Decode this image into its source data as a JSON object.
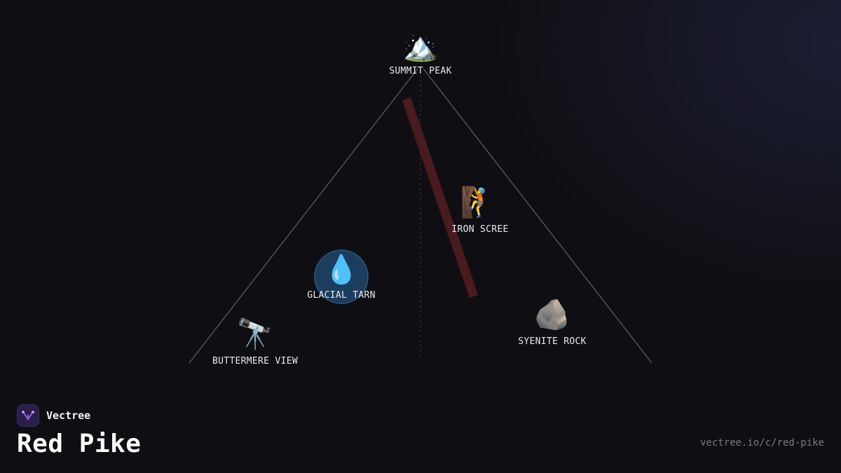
{
  "brand": {
    "name": "Vectree",
    "logo_icon": "vector-branch-icon",
    "accent_color": "#a56cf0"
  },
  "page": {
    "title": "Red Pike",
    "url": "vectree.io/c/red-pike"
  },
  "colors": {
    "route": "#4a1a1e",
    "outline": "#5a5a60",
    "guide": "#3a3a40",
    "highlight_fill": "#1c3d5e",
    "highlight_stroke": "#2d5a85"
  },
  "diagram": {
    "nodes": [
      {
        "id": "summit-peak",
        "label": "SUMMIT PEAK",
        "icon": "snow-capped-mountain-icon",
        "glyph": "🏔️"
      },
      {
        "id": "iron-scree",
        "label": "IRON SCREE",
        "icon": "climber-icon",
        "glyph": "🧗"
      },
      {
        "id": "glacial-tarn",
        "label": "GLACIAL TARN",
        "icon": "water-droplet-icon",
        "glyph": "💧",
        "highlighted": true
      },
      {
        "id": "syenite-rock",
        "label": "SYENITE ROCK",
        "icon": "rock-icon",
        "glyph": "🪨"
      },
      {
        "id": "buttermere-view",
        "label": "BUTTERMERE VIEW",
        "icon": "telescope-icon",
        "glyph": "🔭"
      }
    ]
  }
}
